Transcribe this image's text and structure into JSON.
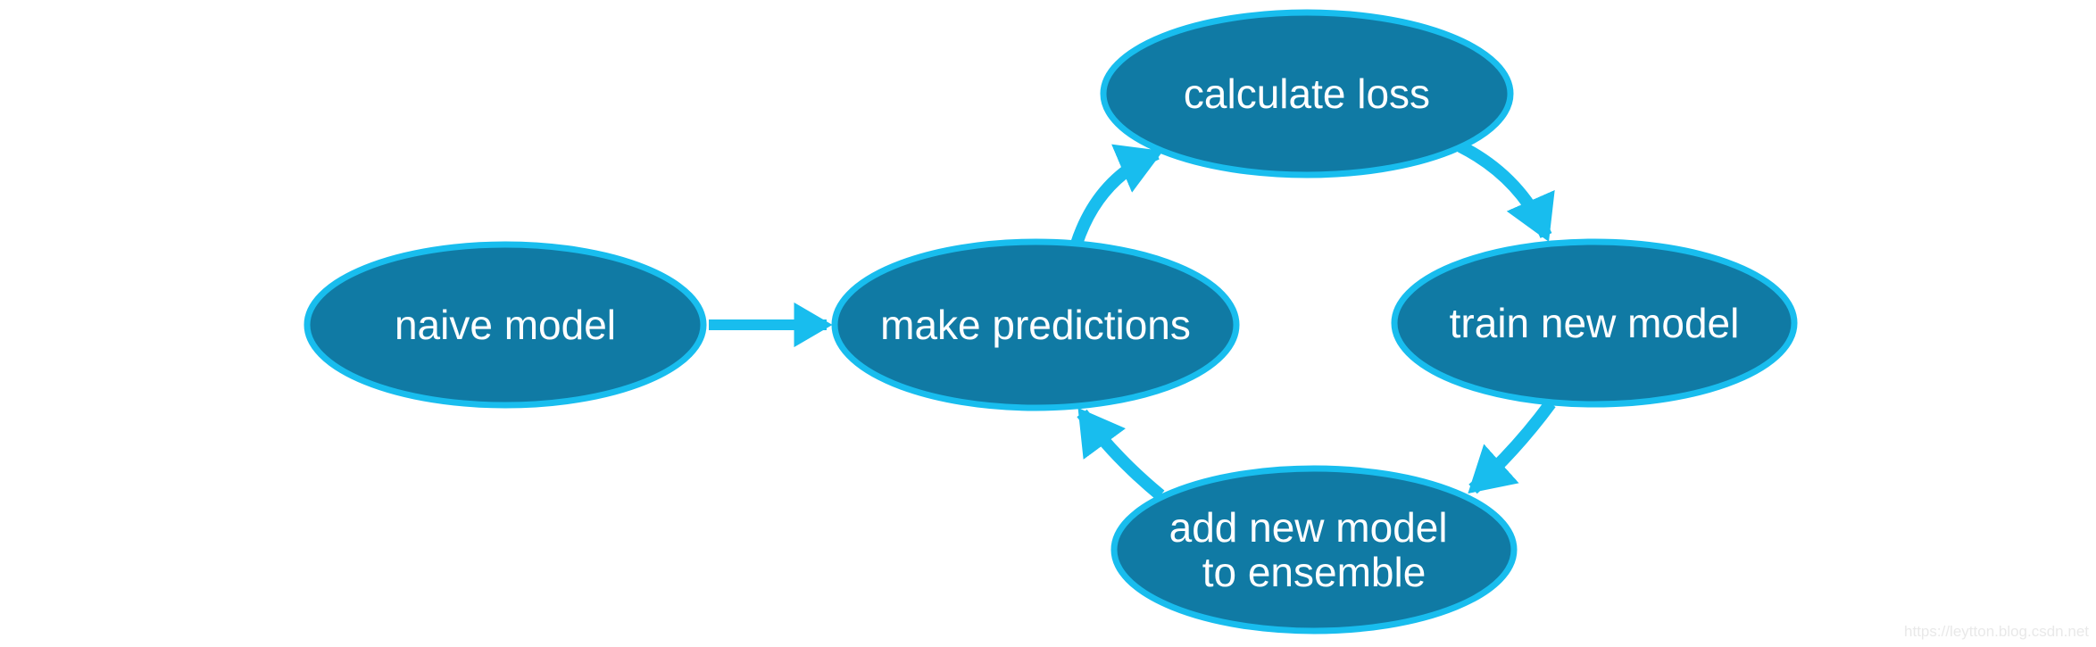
{
  "diagram": {
    "background_color": "#ffffff",
    "nodes": [
      {
        "id": "naive-model",
        "label": "naive model"
      },
      {
        "id": "make-predictions",
        "label": "make predictions"
      },
      {
        "id": "calculate-loss",
        "label": "calculate loss"
      },
      {
        "id": "train-new-model",
        "label": "train new model"
      },
      {
        "id": "add-new-model-to-ensemble",
        "label_lines": [
          "add new model",
          "to ensemble"
        ]
      }
    ],
    "edges": [
      {
        "from": "naive-model",
        "to": "make-predictions"
      },
      {
        "from": "make-predictions",
        "to": "calculate-loss"
      },
      {
        "from": "calculate-loss",
        "to": "train-new-model"
      },
      {
        "from": "train-new-model",
        "to": "add-new-model-to-ensemble"
      },
      {
        "from": "add-new-model-to-ensemble",
        "to": "make-predictions"
      }
    ],
    "colors": {
      "node_fill": "#107aa4",
      "node_border": "#18bdee",
      "arrow": "#18bdee",
      "label_text": "#ffffff",
      "watermark_text": "#e9e9e9"
    },
    "watermark": "https://leytton.blog.csdn.net"
  }
}
